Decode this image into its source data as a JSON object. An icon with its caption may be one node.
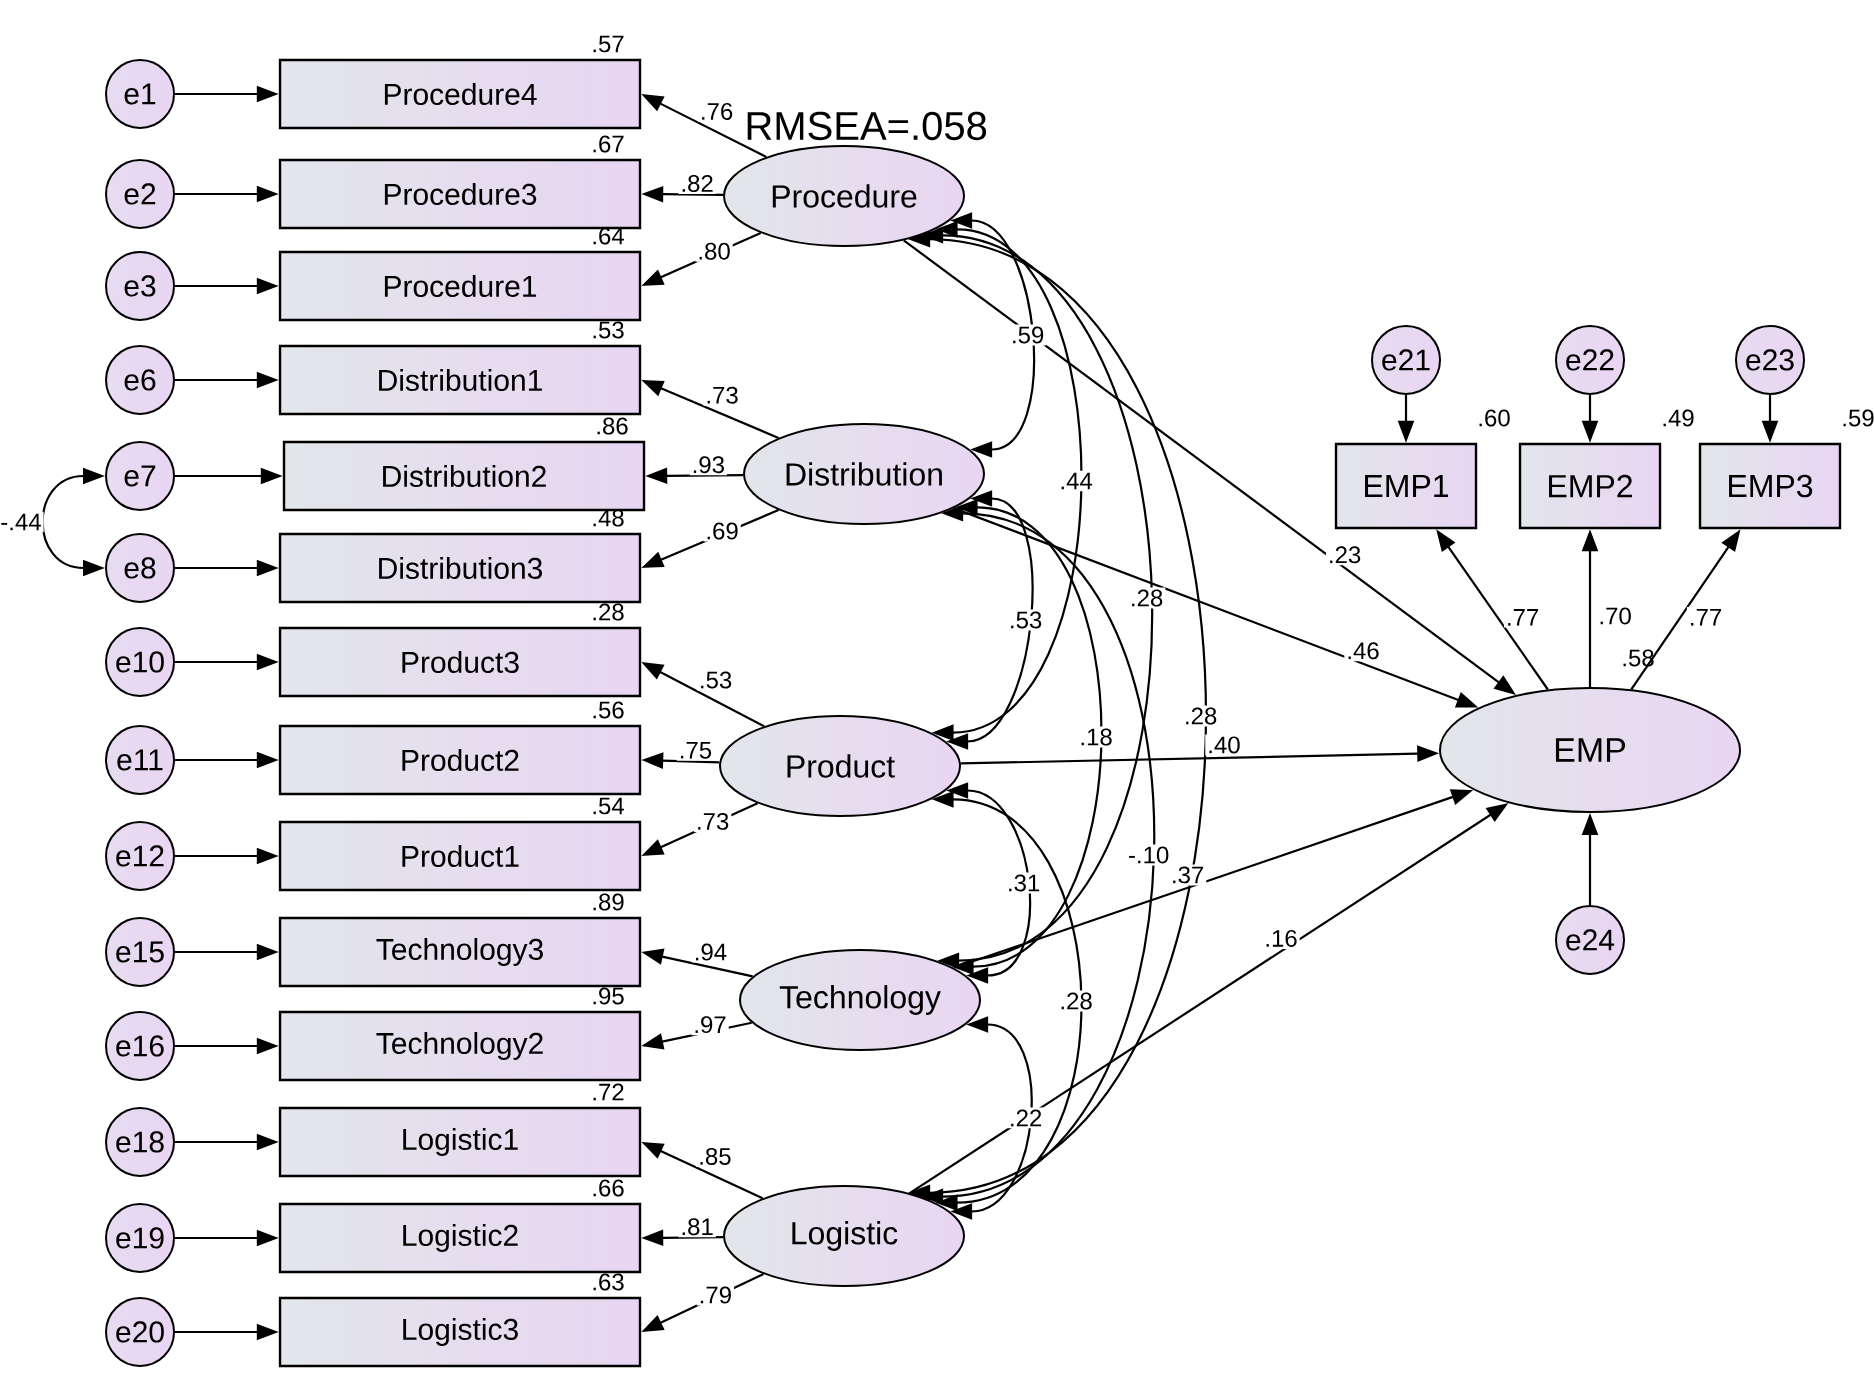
{
  "diagram": {
    "nodes": [
      {
        "text": [
          "e1"
        ]
      },
      {
        "text": [
          "e2"
        ]
      },
      {
        "text": [
          "e3"
        ]
      },
      {
        "text": [
          "e6"
        ]
      },
      {
        "text": [
          "e7"
        ]
      },
      {
        "text": [
          "e8"
        ]
      },
      {
        "text": [
          "e10"
        ]
      },
      {
        "text": [
          "e11"
        ]
      },
      {
        "text": [
          "e12"
        ]
      },
      {
        "text": [
          "e15"
        ]
      },
      {
        "text": [
          "e16"
        ]
      },
      {
        "text": [
          "e18"
        ]
      },
      {
        "text": [
          "e19"
        ]
      },
      {
        "text": [
          "e20"
        ]
      },
      {
        "text": [
          "Procedure4"
        ],
        "beside": [
          ".57"
        ]
      },
      {
        "text": [
          "Procedure3"
        ],
        "beside": [
          ".67"
        ]
      },
      {
        "text": [
          "Procedure1"
        ],
        "beside": [
          ".64"
        ]
      },
      {
        "text": [
          "Distribution1"
        ],
        "beside": [
          ".53"
        ]
      },
      {
        "text": [
          "Distribution2"
        ],
        "beside": [
          ".86"
        ]
      },
      {
        "text": [
          "Distribution3"
        ],
        "beside": [
          ".48"
        ]
      },
      {
        "text": [
          "Product3"
        ],
        "beside": [
          ".28"
        ]
      },
      {
        "text": [
          "Product2"
        ],
        "beside": [
          ".56"
        ]
      },
      {
        "text": [
          "Product1"
        ],
        "beside": [
          ".54"
        ]
      },
      {
        "text": [
          "Technology3"
        ],
        "beside": [
          ".89"
        ]
      },
      {
        "text": [
          "Technology2"
        ],
        "beside": [
          ".95"
        ]
      },
      {
        "text": [
          "Logistic1"
        ],
        "beside": [
          ".72"
        ]
      },
      {
        "text": [
          "Logistic2"
        ],
        "beside": [
          ".66"
        ]
      },
      {
        "text": [
          "Logistic3"
        ],
        "beside": [
          ".63"
        ]
      },
      {
        "text": [
          "Procedure"
        ]
      },
      {
        "text": [
          "Distribution"
        ]
      },
      {
        "text": [
          "Product"
        ]
      },
      {
        "text": [
          "Technology"
        ]
      },
      {
        "text": [
          "Logistic"
        ]
      },
      {
        "text": [
          "e21"
        ]
      },
      {
        "text": [
          "e22"
        ]
      },
      {
        "text": [
          "e23"
        ]
      },
      {
        "text": [
          "EMP1"
        ],
        "beside": [
          ".60"
        ]
      },
      {
        "text": [
          "EMP2"
        ],
        "beside": [
          ".49"
        ]
      },
      {
        "text": [
          "EMP3"
        ],
        "beside": [
          ".59"
        ]
      },
      {
        "text": [
          "EMP"
        ],
        "beside": [
          ".58"
        ]
      },
      {
        "text": [
          "e24"
        ]
      }
    ],
    "edges": [
      {
        "from": 0,
        "to": 14,
        "arrow": "to"
      },
      {
        "from": 1,
        "to": 15,
        "arrow": "to"
      },
      {
        "from": 2,
        "to": 16,
        "arrow": "to"
      },
      {
        "from": 3,
        "to": 17,
        "arrow": "to"
      },
      {
        "from": 4,
        "to": 18,
        "arrow": "to"
      },
      {
        "from": 5,
        "to": 19,
        "arrow": "to"
      },
      {
        "from": 6,
        "to": 20,
        "arrow": "to"
      },
      {
        "from": 7,
        "to": 21,
        "arrow": "to"
      },
      {
        "from": 8,
        "to": 22,
        "arrow": "to"
      },
      {
        "from": 9,
        "to": 23,
        "arrow": "to"
      },
      {
        "from": 10,
        "to": 24,
        "arrow": "to"
      },
      {
        "from": 11,
        "to": 25,
        "arrow": "to"
      },
      {
        "from": 12,
        "to": 26,
        "arrow": "to"
      },
      {
        "from": 13,
        "to": 27,
        "arrow": "to"
      },
      {
        "from": 28,
        "to": 14,
        "arrow": "to",
        "label": ".76"
      },
      {
        "from": 28,
        "to": 15,
        "arrow": "to",
        "label": ".82"
      },
      {
        "from": 28,
        "to": 16,
        "arrow": "to",
        "label": ".80"
      },
      {
        "from": 29,
        "to": 17,
        "arrow": "to",
        "label": ".73"
      },
      {
        "from": 29,
        "to": 18,
        "arrow": "to",
        "label": ".93"
      },
      {
        "from": 29,
        "to": 19,
        "arrow": "to",
        "label": ".69"
      },
      {
        "from": 30,
        "to": 20,
        "arrow": "to",
        "label": ".53"
      },
      {
        "from": 30,
        "to": 21,
        "arrow": "to",
        "label": ".75"
      },
      {
        "from": 30,
        "to": 22,
        "arrow": "to",
        "label": ".73"
      },
      {
        "from": 31,
        "to": 23,
        "arrow": "to",
        "label": ".94"
      },
      {
        "from": 31,
        "to": 24,
        "arrow": "to",
        "label": ".97"
      },
      {
        "from": 32,
        "to": 25,
        "arrow": "to",
        "label": ".85"
      },
      {
        "from": 32,
        "to": 26,
        "arrow": "to",
        "label": ".81"
      },
      {
        "from": 32,
        "to": 27,
        "arrow": "to",
        "label": ".79"
      },
      {
        "from": 4,
        "to": 5,
        "arrow": "both",
        "label": "-.44"
      },
      {
        "from": 28,
        "to": 29,
        "arrow": "both",
        "label": ".59"
      },
      {
        "from": 28,
        "to": 30,
        "arrow": "both",
        "label": ".44"
      },
      {
        "from": 28,
        "to": 31,
        "arrow": "both",
        "label": ".28"
      },
      {
        "from": 28,
        "to": 32,
        "arrow": "both",
        "label": ".28"
      },
      {
        "from": 29,
        "to": 30,
        "arrow": "both",
        "label": ".53"
      },
      {
        "from": 29,
        "to": 31,
        "arrow": "both",
        "label": ".18"
      },
      {
        "from": 29,
        "to": 32,
        "arrow": "both",
        "label": "-.10"
      },
      {
        "from": 30,
        "to": 31,
        "arrow": "both",
        "label": ".31"
      },
      {
        "from": 30,
        "to": 32,
        "arrow": "both",
        "label": ".28"
      },
      {
        "from": 31,
        "to": 32,
        "arrow": "both",
        "label": ".22"
      },
      {
        "from": 28,
        "to": 39,
        "arrow": "to",
        "label": ".23"
      },
      {
        "from": 29,
        "to": 39,
        "arrow": "to",
        "label": ".46"
      },
      {
        "from": 30,
        "to": 39,
        "arrow": "to",
        "label": ".40"
      },
      {
        "from": 31,
        "to": 39,
        "arrow": "to",
        "label": ".37"
      },
      {
        "from": 32,
        "to": 39,
        "arrow": "to",
        "label": ".16"
      },
      {
        "from": 33,
        "to": 36,
        "arrow": "to"
      },
      {
        "from": 34,
        "to": 37,
        "arrow": "to"
      },
      {
        "from": 35,
        "to": 38,
        "arrow": "to"
      },
      {
        "from": 39,
        "to": 36,
        "arrow": "to",
        "label": ".77"
      },
      {
        "from": 39,
        "to": 37,
        "arrow": "to",
        "label": ".70"
      },
      {
        "from": 39,
        "to": 38,
        "arrow": "to",
        "label": ".77"
      },
      {
        "from": 40,
        "to": 39,
        "arrow": "to"
      }
    ],
    "labels": [
      "RMSEA=.058"
    ]
  }
}
